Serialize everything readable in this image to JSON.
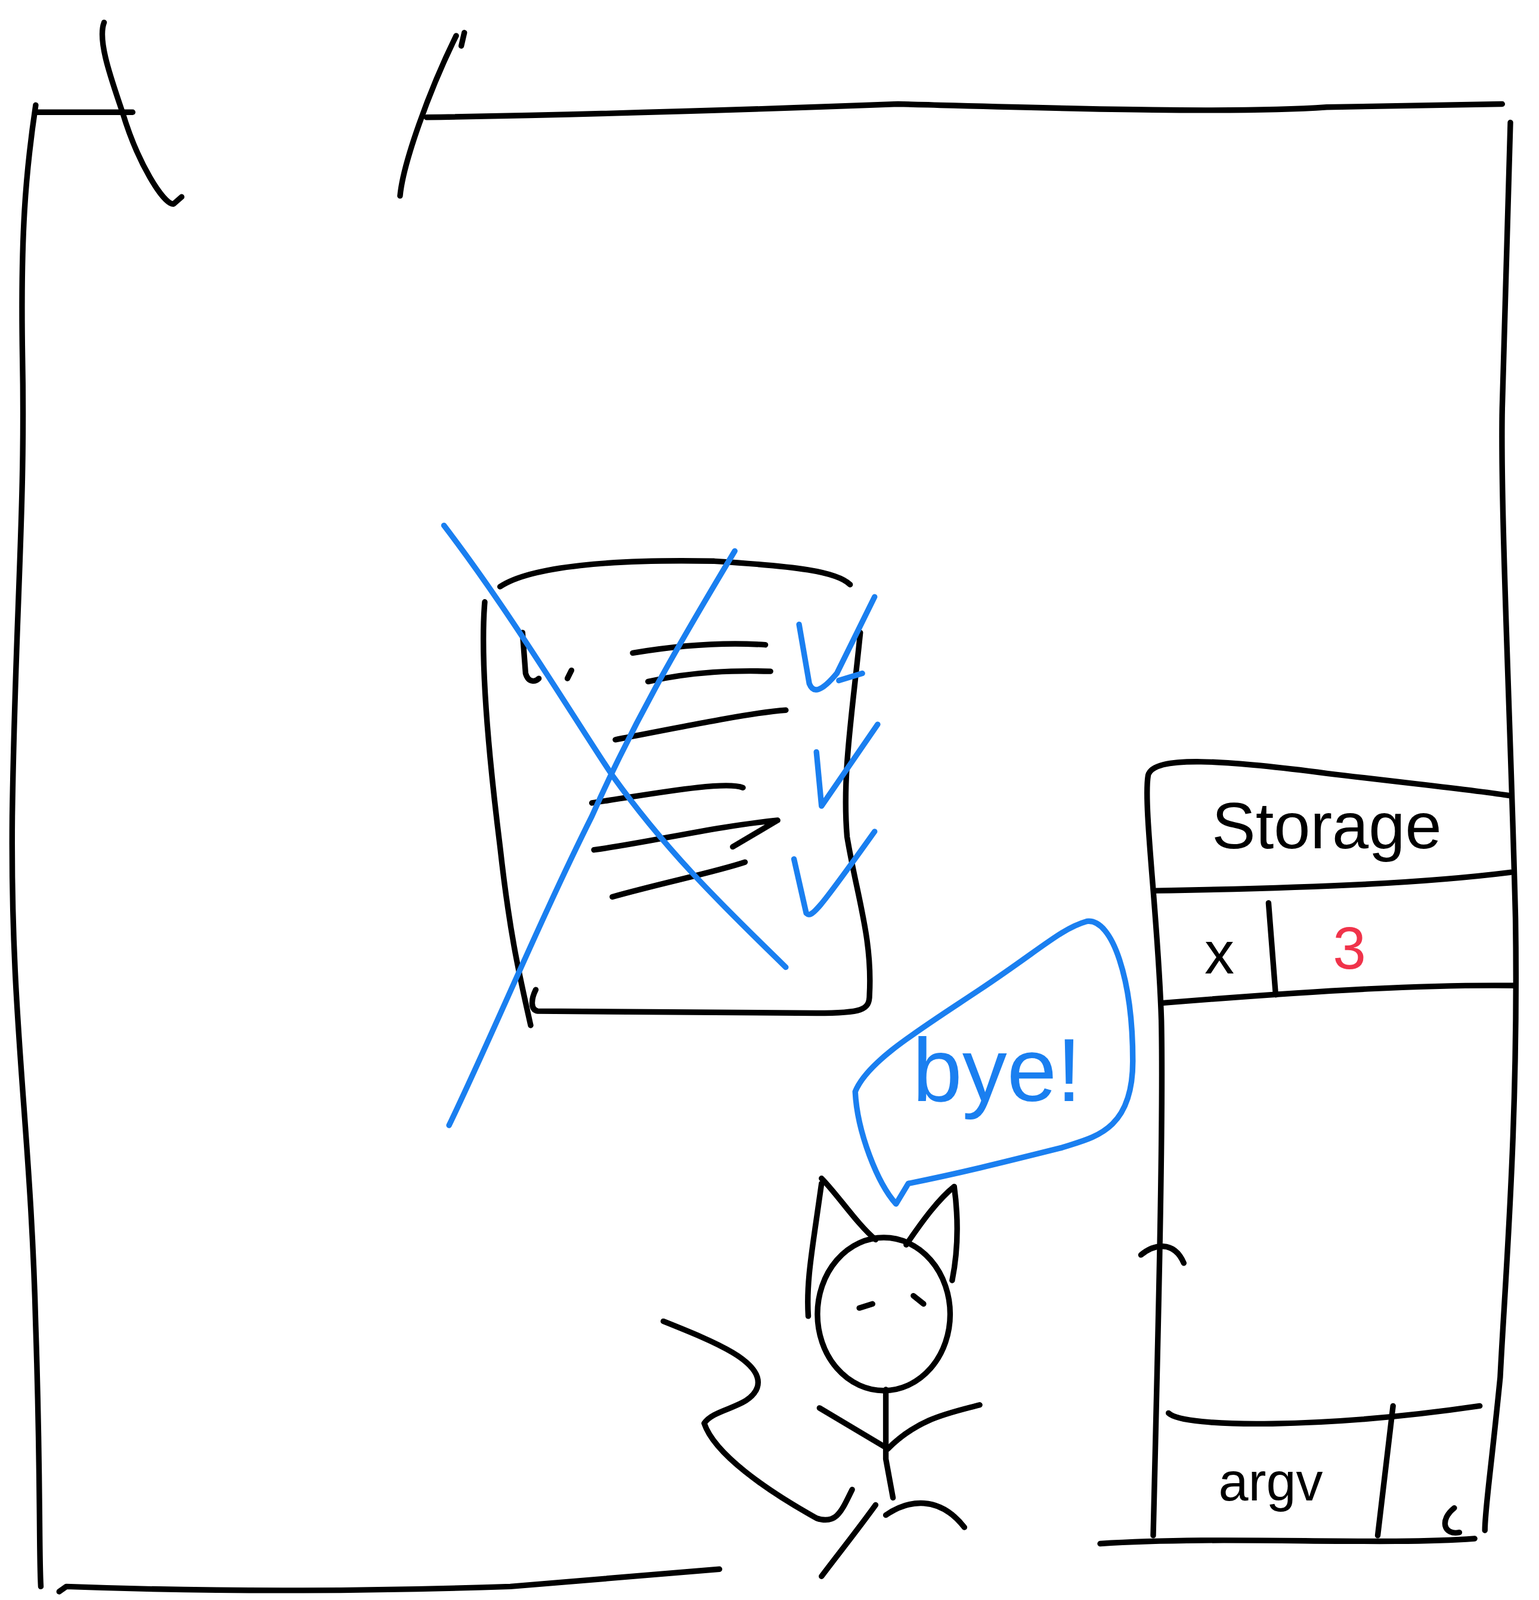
{
  "diagram": {
    "nodes": [
      {
        "text": [
          "Storage"
        ]
      },
      {
        "text": [
          "bye!"
        ]
      }
    ],
    "labels": [
      "x",
      "3",
      "argv"
    ]
  }
}
